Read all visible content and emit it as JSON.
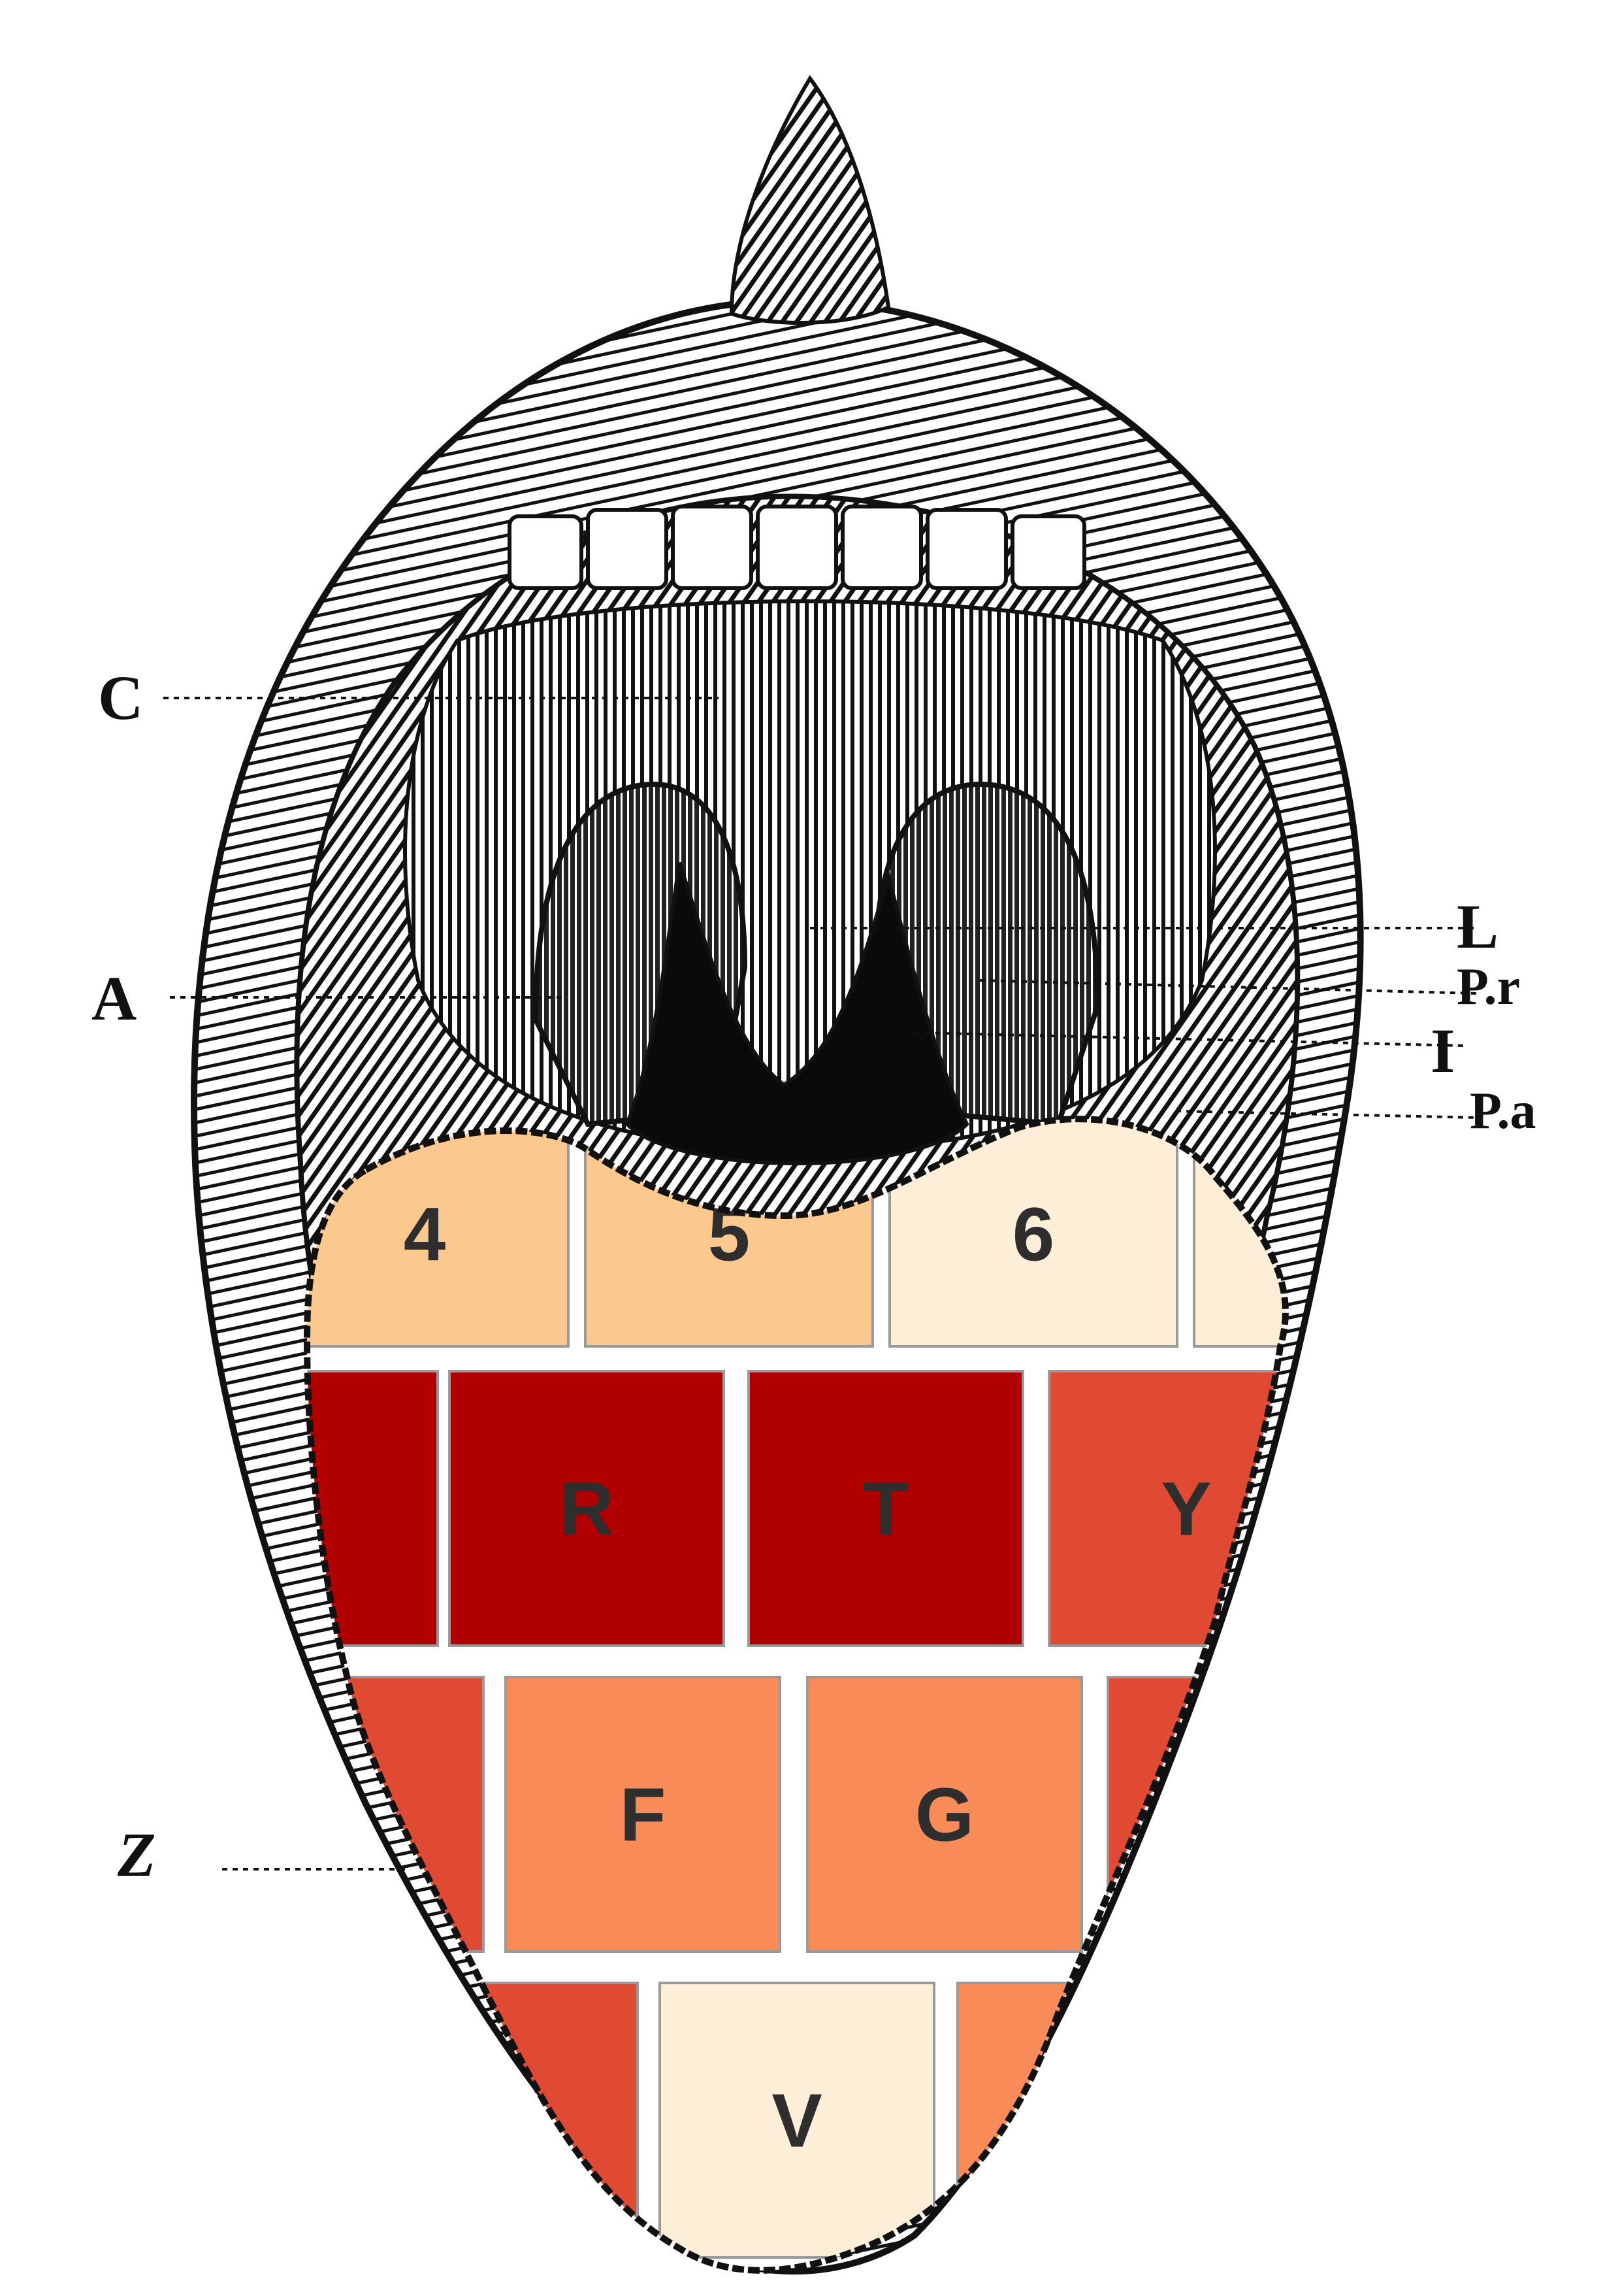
{
  "callouts": {
    "c": "C",
    "a": "A",
    "l": "L",
    "pr": "P.r",
    "i": "I",
    "pa": "P.a",
    "z": "Z"
  },
  "keys": {
    "row1": [
      "4",
      "5",
      "6",
      ""
    ],
    "row2": [
      "",
      "R",
      "T",
      "Y"
    ],
    "row3": [
      "",
      "F",
      "G",
      ""
    ],
    "row4": [
      "",
      "V",
      ""
    ]
  },
  "colors": {
    "heat_light": "#fdeed8",
    "heat_pale_orange": "#fbc98e",
    "heat_orange": "#f98b59",
    "heat_red_orange": "#e04a33",
    "heat_dark_red": "#b10000",
    "ink": "#111111"
  }
}
